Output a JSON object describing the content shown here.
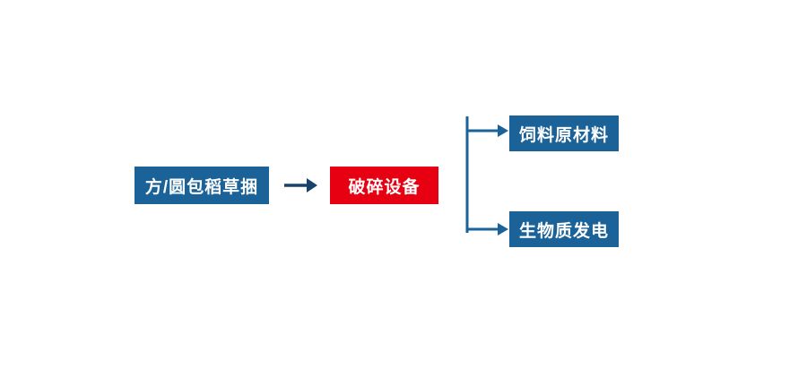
{
  "flowchart": {
    "nodes": {
      "source": {
        "label": "方/圆包稻草捆"
      },
      "process": {
        "label": "破碎设备"
      },
      "output_feed": {
        "label": "饲料原材料"
      },
      "output_power": {
        "label": "生物质发电"
      }
    },
    "colors": {
      "node_blue": "#1a6298",
      "node_red": "#e60012",
      "connector": "#1a6298",
      "arrow_dark": "#17426b",
      "label_text": "#ffffff",
      "background": "#ffffff"
    }
  }
}
